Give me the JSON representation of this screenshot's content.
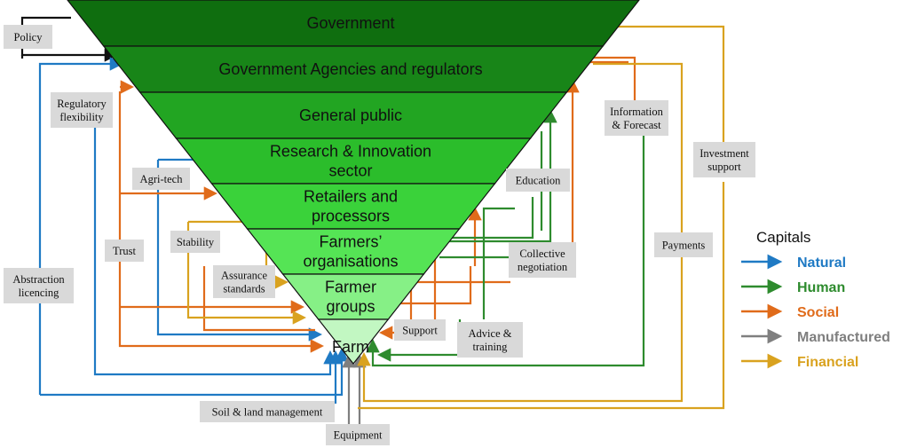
{
  "levels": [
    {
      "lines": [
        "Government"
      ],
      "color": "#0f6e0f"
    },
    {
      "lines": [
        "Government Agencies and regulators"
      ],
      "color": "#188518"
    },
    {
      "lines": [
        "General public"
      ],
      "color": "#22a522"
    },
    {
      "lines": [
        "Research & Innovation",
        "sector"
      ],
      "color": "#2bbd2b"
    },
    {
      "lines": [
        "Retailers and",
        "processors"
      ],
      "color": "#3ad23a"
    },
    {
      "lines": [
        "Farmers’",
        "organisations"
      ],
      "color": "#55e455"
    },
    {
      "lines": [
        "Farmer",
        "groups"
      ],
      "color": "#86f086"
    },
    {
      "lines": [
        "Farm"
      ],
      "color": "#c2f7c2"
    }
  ],
  "labels": {
    "policy": [
      "Policy"
    ],
    "regulatory": [
      "Regulatory",
      "flexibility"
    ],
    "agritech": [
      "Agri-tech"
    ],
    "trust": [
      "Trust"
    ],
    "stability": [
      "Stability"
    ],
    "assurance": [
      "Assurance",
      "standards"
    ],
    "abstraction": [
      "Abstraction",
      "licencing"
    ],
    "soil": [
      "Soil & land management"
    ],
    "equipment": [
      "Equipment"
    ],
    "support": [
      "Support"
    ],
    "advice": [
      "Advice &",
      "training"
    ],
    "collective": [
      "Collective",
      "negotiation"
    ],
    "education": [
      "Education"
    ],
    "information": [
      "Information",
      "& Forecast"
    ],
    "investment": [
      "Investment",
      "support"
    ],
    "payments": [
      "Payments"
    ]
  },
  "legend": {
    "title": "Capitals",
    "items": [
      {
        "name": "Natural",
        "color": "#1f7ac4"
      },
      {
        "name": "Human",
        "color": "#2e8b2e"
      },
      {
        "name": "Social",
        "color": "#e06b1a"
      },
      {
        "name": "Manufactured",
        "color": "#7f7f7f"
      },
      {
        "name": "Financial",
        "color": "#d9a21f"
      }
    ]
  }
}
